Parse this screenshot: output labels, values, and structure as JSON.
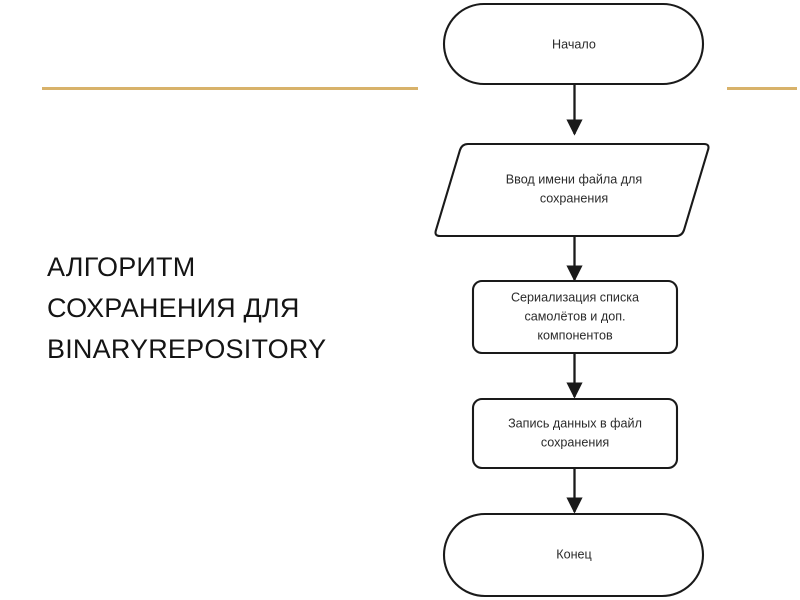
{
  "slide": {
    "background_color": "#ffffff",
    "title": "Алгоритм сохранения для BinaryRepository",
    "title_color": "#141414",
    "accent_color": "#d8b26a"
  },
  "divider": {
    "left_label": "divider-left",
    "right_label": "divider-right"
  },
  "chart_data": {
    "type": "diagram",
    "diagram_kind": "flowchart",
    "orientation": "vertical",
    "title": "Алгоритм сохранения для BinaryRepository",
    "nodes": [
      {
        "id": "start",
        "shape": "stadium",
        "label": "Начало",
        "lines": [
          "Начало"
        ]
      },
      {
        "id": "input-filename",
        "shape": "parallelogram",
        "label": "Ввод имени файла для сохранения",
        "lines": [
          "Ввод имени файла для",
          "сохранения"
        ]
      },
      {
        "id": "serialize",
        "shape": "rounded-rect",
        "label": "Сериализация списка самолётов и доп. компонентов",
        "lines": [
          "Сериализация списка",
          "самолётов и доп.",
          "компонентов"
        ]
      },
      {
        "id": "write-file",
        "shape": "rounded-rect",
        "label": "Запись данных в файл сохранения",
        "lines": [
          "Запись данных в файл",
          "сохранения"
        ]
      },
      {
        "id": "end",
        "shape": "stadium",
        "label": "Конец",
        "lines": [
          "Конец"
        ]
      }
    ],
    "edges": [
      {
        "from": "start",
        "to": "input-filename",
        "arrow": "down"
      },
      {
        "from": "input-filename",
        "to": "serialize",
        "arrow": "down"
      },
      {
        "from": "serialize",
        "to": "write-file",
        "arrow": "down"
      },
      {
        "from": "write-file",
        "to": "end",
        "arrow": "down"
      }
    ],
    "stroke_color": "#1a1a1a",
    "fill_color": "#ffffff",
    "text_color": "#2b2b2b"
  }
}
